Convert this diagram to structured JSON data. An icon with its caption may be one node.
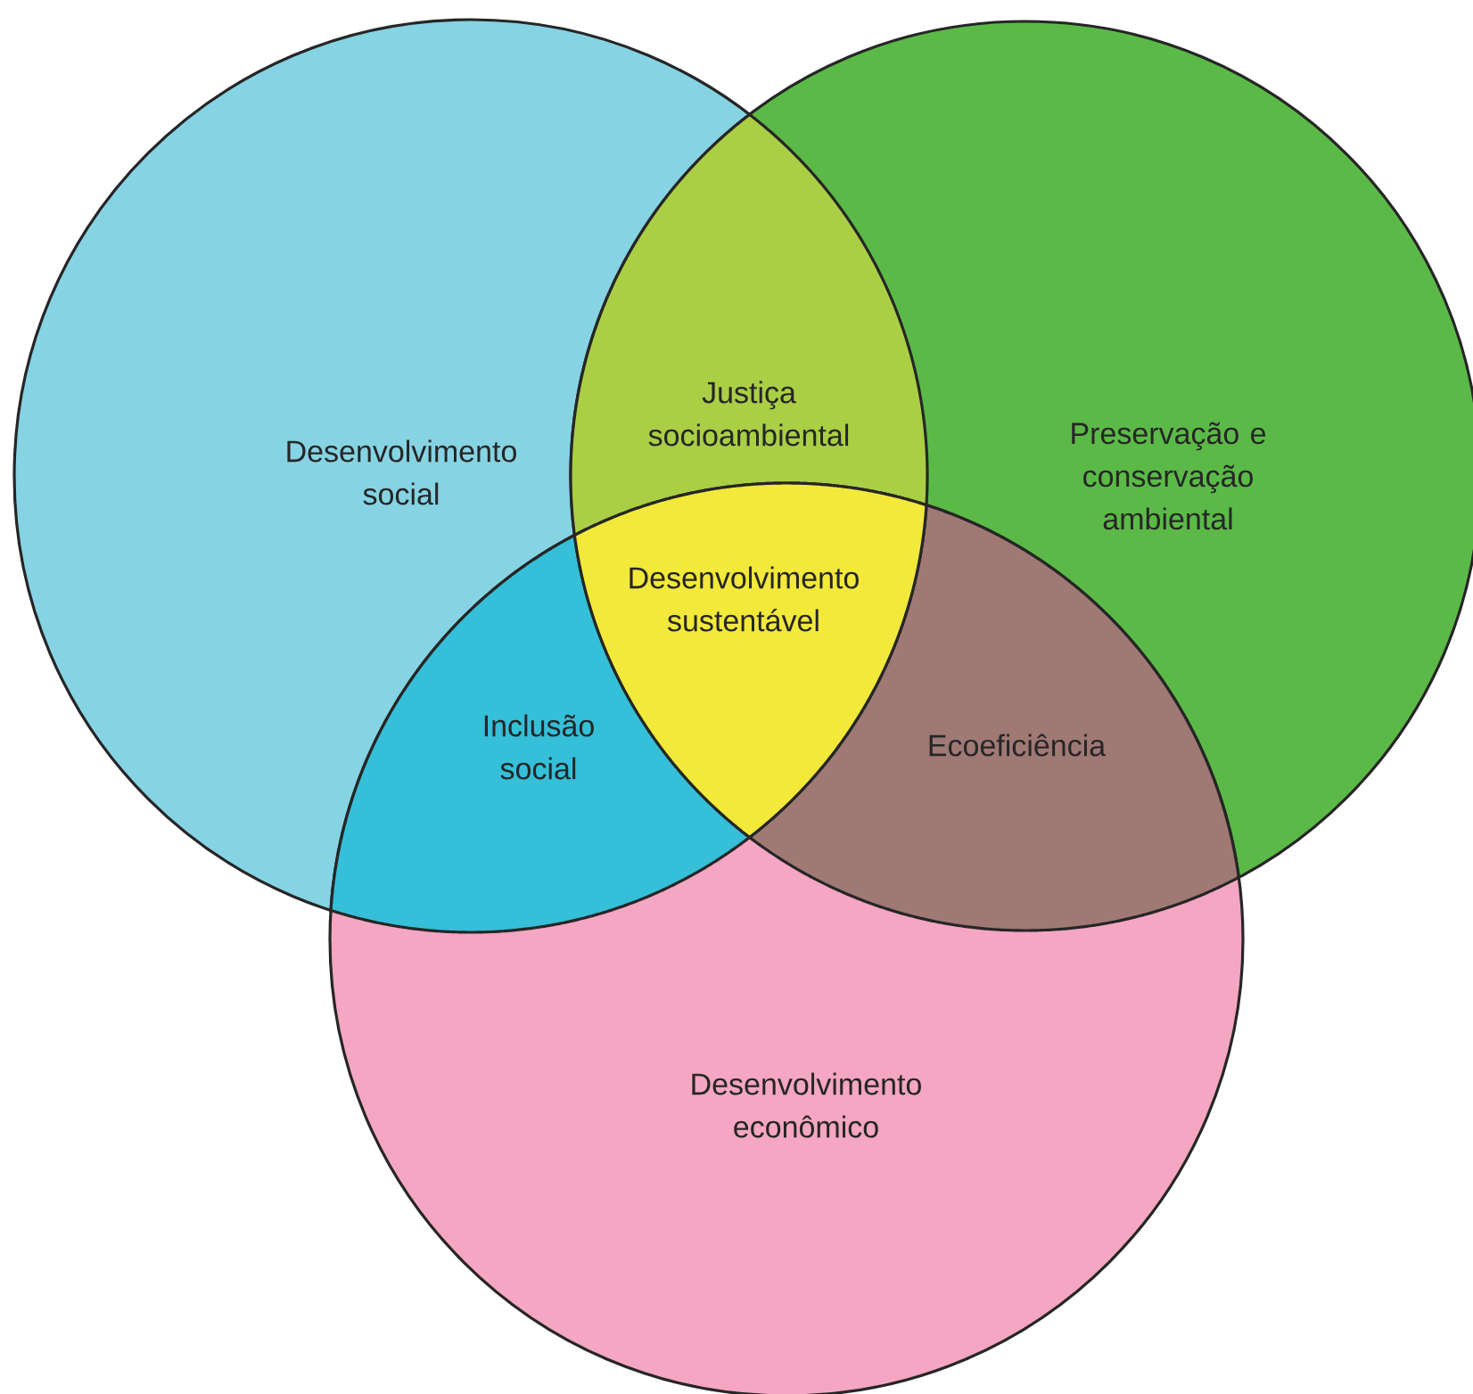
{
  "diagram": {
    "nodes": [
      {
        "text": [
          "Desenvolvimento social"
        ]
      },
      {
        "text": [
          "Justiça socioambiental"
        ]
      },
      {
        "text": [
          "Preservação e conservação ambiental"
        ]
      },
      {
        "text": [
          "Desenvolvimento sustentável"
        ]
      },
      {
        "text": [
          "Inclusão social"
        ]
      },
      {
        "text": [
          "Ecoeficiência"
        ]
      },
      {
        "text": [
          "Desenvolvimento econômico"
        ]
      }
    ]
  }
}
